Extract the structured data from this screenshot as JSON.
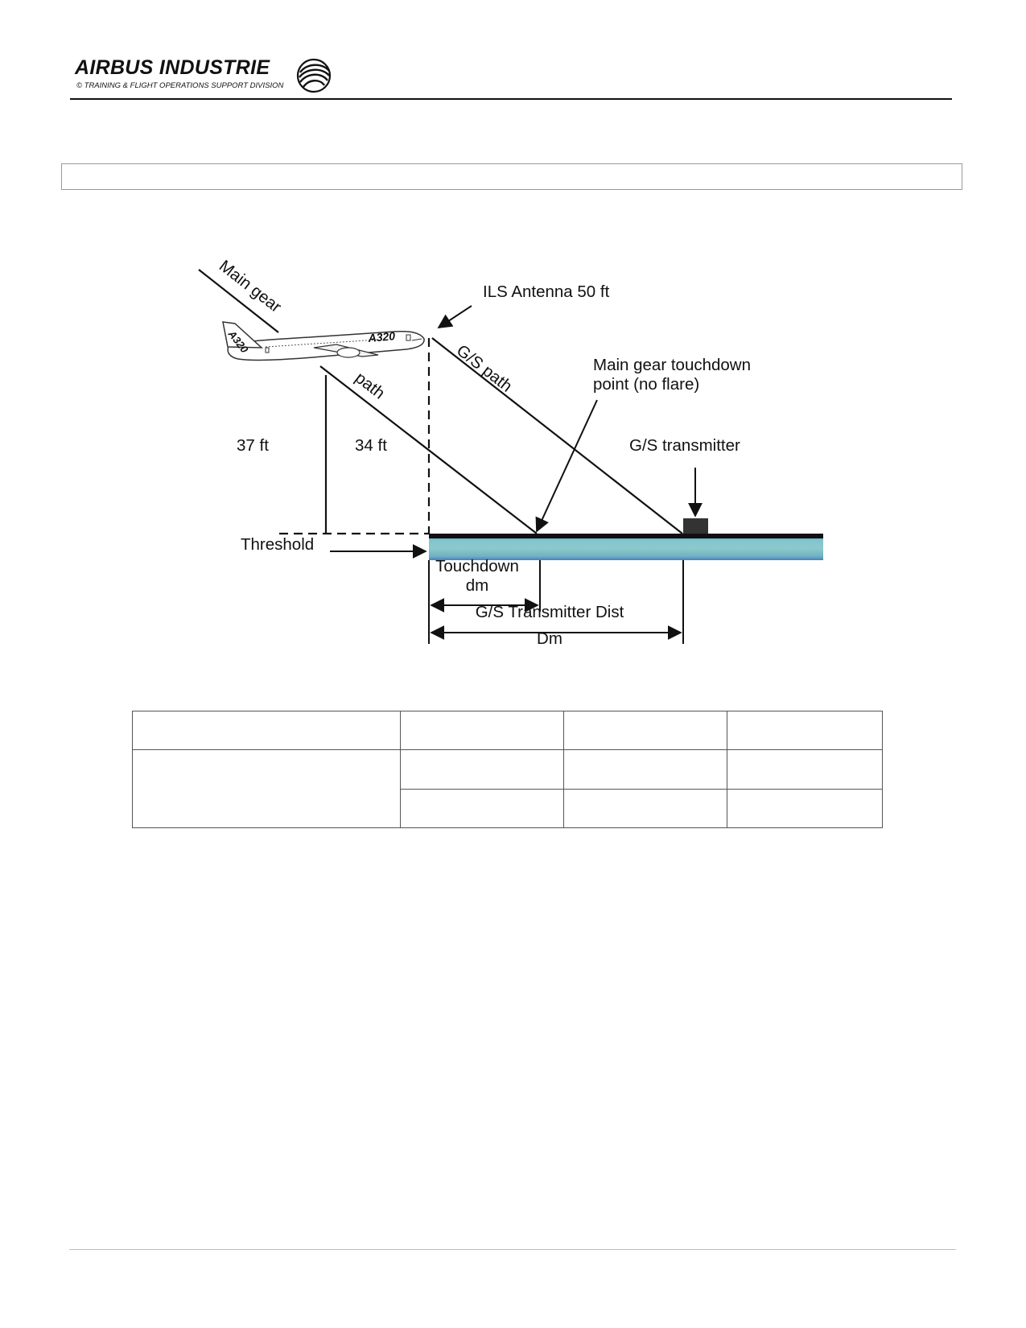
{
  "header": {
    "brand_name": "AIRBUS INDUSTRIE",
    "brand_subtitle": "© TRAINING & FLIGHT OPERATIONS SUPPORT DIVISION",
    "logo_icon": "airbus-swirl-logo-icon"
  },
  "title_box": {
    "text": ""
  },
  "diagram": {
    "labels": {
      "main_gear": "Main gear",
      "path": "path",
      "ils_antenna": "ILS Antenna 50 ft",
      "gs_path": "G/S path",
      "main_gear_touchdown_1": "Main gear touchdown",
      "main_gear_touchdown_2": "point (no flare)",
      "gs_transmitter": "G/S transmitter",
      "height_37": "37 ft",
      "height_34": "34 ft",
      "threshold": "Threshold",
      "touchdown": "Touchdown",
      "dm_small": "dm",
      "gs_transmitter_dist": "G/S Transmitter Dist",
      "dm_large": "Dm",
      "aircraft_tail": "A320",
      "aircraft_body": "A320"
    },
    "colors": {
      "runway_water": "#8ec9cc",
      "runway_blue": "#4a7fc0",
      "ink": "#111111"
    }
  },
  "table": {
    "rows": [
      [
        "",
        "",
        "",
        ""
      ],
      [
        "",
        "",
        "",
        ""
      ],
      [
        "",
        "",
        ""
      ]
    ]
  }
}
